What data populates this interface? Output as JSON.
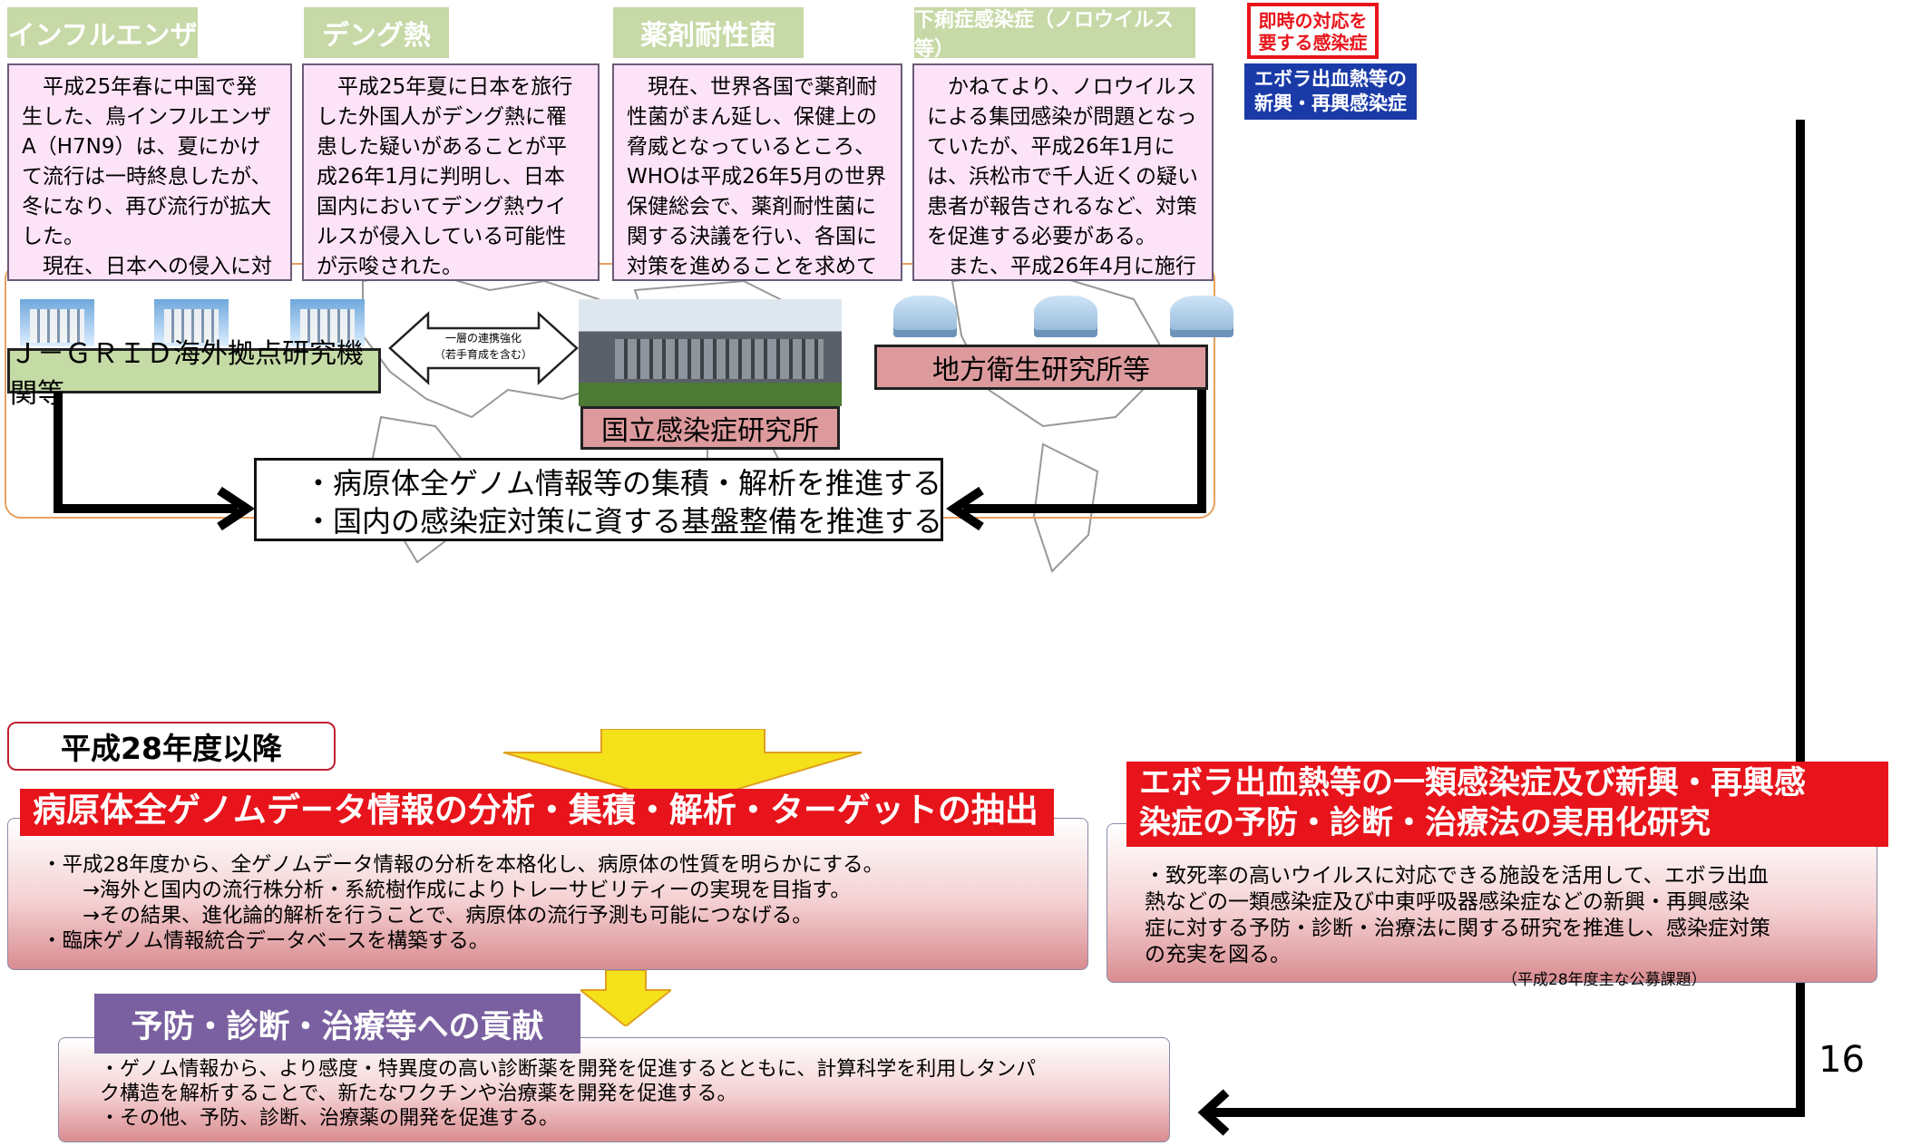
{
  "topics": [
    {
      "title": "インフルエンザ",
      "body": "　平成25年春に中国で発生した、鳥インフルエンザA（H7N9）は、夏にかけて流行は一時終息したが、冬になり、再び流行が拡大した。\n　現在、日本への侵入に対する懸念が高まっており、早急に対策を促進する必要がある。"
    },
    {
      "title": "デング熱",
      "body": "　平成25年夏に日本を旅行した外国人がデング熱に罹患した疑いがあることが平成26年1月に判明し、日本国内においてデング熱ウイルスが侵入している可能性が示唆された。\n　今後、日本においてもデング熱が流行するリスクに鑑み、迅速に対応を行う必要がある。"
    },
    {
      "title": "薬剤耐性菌",
      "body": "　現在、世界各国で薬剤耐性菌がまん延し、保健上の脅威となっているところ、WHOは平成26年5月の世界保健総会で、薬剤耐性菌に関する決議を行い、各国に対策を進めることを求めている。\n　よって、日本においても早急に総合的な薬剤耐性菌の対策を促進する必要がある。"
    },
    {
      "title": "下痢症感染症（ノロウイルス等）",
      "body": "　かねてより、ノロウイルスによる集団感染が問題となっていたが、平成26年1月には、浜松市で千人近くの疑い患者が報告されるなど、対策を促進する必要がある。\n　また、平成26年4月に施行された、予防接種基本計画において、ノロウイルスワクチンが優先的に開発すべきワクチンに位置付けられた。"
    }
  ],
  "urgent": {
    "tag": "即時の対応を\n要する感染症",
    "title": "エボラ出血熱等の\n新興・再興感染症"
  },
  "map": {
    "jgrid_label": "Ｊ－ＧＲＩＤ海外拠点研究機関等",
    "local_label": "地方衛生研究所等",
    "niid_label": "国立感染症研究所",
    "arrow_text": "一層の連携強化\n（若手育成を含む）",
    "center_text": "・病原体全ゲノム情報等の集積・解析を推進する\n・国内の感染症対策に資する基盤整備を推進する"
  },
  "since_label": "平成28年度以降",
  "genome": {
    "title": "病原体全ゲノムデータ情報の分析・集積・解析・ターゲットの抽出",
    "body": "・平成28年度から、全ゲノムデータ情報の分析を本格化し、病原体の性質を明らかにする。\n　　→海外と国内の流行株分析・系統樹作成によりトレーサビリティーの実現を目指す。\n　　→その結果、進化論的解析を行うことで、病原体の流行予測も可能につなげる。\n・臨床ゲノム情報統合データベースを構築する。"
  },
  "ebola": {
    "title": "エボラ出血熱等の一類感染症及び新興・再興感\n染症の予防・診断・治療法の実用化研究",
    "body": "・致死率の高いウイルスに対応できる施設を活用して、エボラ出血\n熱などの一類感染症及び中東呼吸器感染症などの新興・再興感染\n症に対する予防・診断・治療法に関する研究を推進し、感染症対策\nの充実を図る。",
    "note": "（平成28年度主な公募課題）"
  },
  "contribution": {
    "title": "予防・診断・治療等への貢献",
    "body": "・ゲノム情報から、より感度・特異度の高い診断薬を開発を促進するとともに、計算科学を利用しタンパ\nク構造を解析することで、新たなワクチンや治療薬を開発を促進する。\n・その他、予防、診断、治療薬の開発を促進する。"
  },
  "page_number": "16",
  "colors": {
    "tab_green": "#c7d9a6",
    "pink_box": "#fde3f7",
    "red": "#e8141b",
    "blue": "#1a3aa8",
    "purple": "#7a60a0",
    "arrow_yellow": "#f5e11a"
  }
}
